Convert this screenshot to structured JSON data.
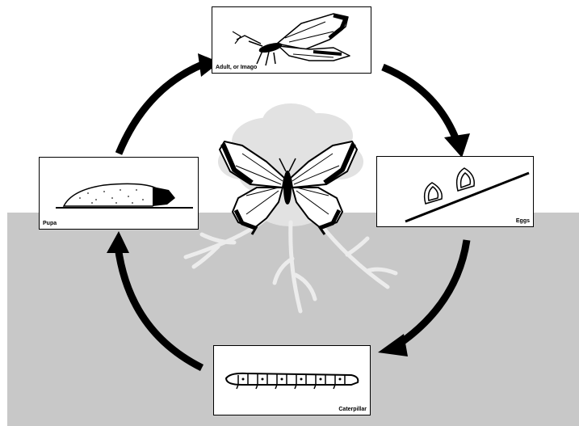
{
  "diagram": {
    "stages": {
      "adult": "Adult, or Imago",
      "eggs": "Eggs",
      "caterpillar": "Caterpillar",
      "pupa": "Pupa"
    },
    "colors": {
      "ground": "#c8c8c8",
      "plant": "#e2e2e2",
      "arrow": "#000000"
    },
    "flow": [
      "adult",
      "eggs",
      "caterpillar",
      "pupa",
      "adult"
    ]
  }
}
